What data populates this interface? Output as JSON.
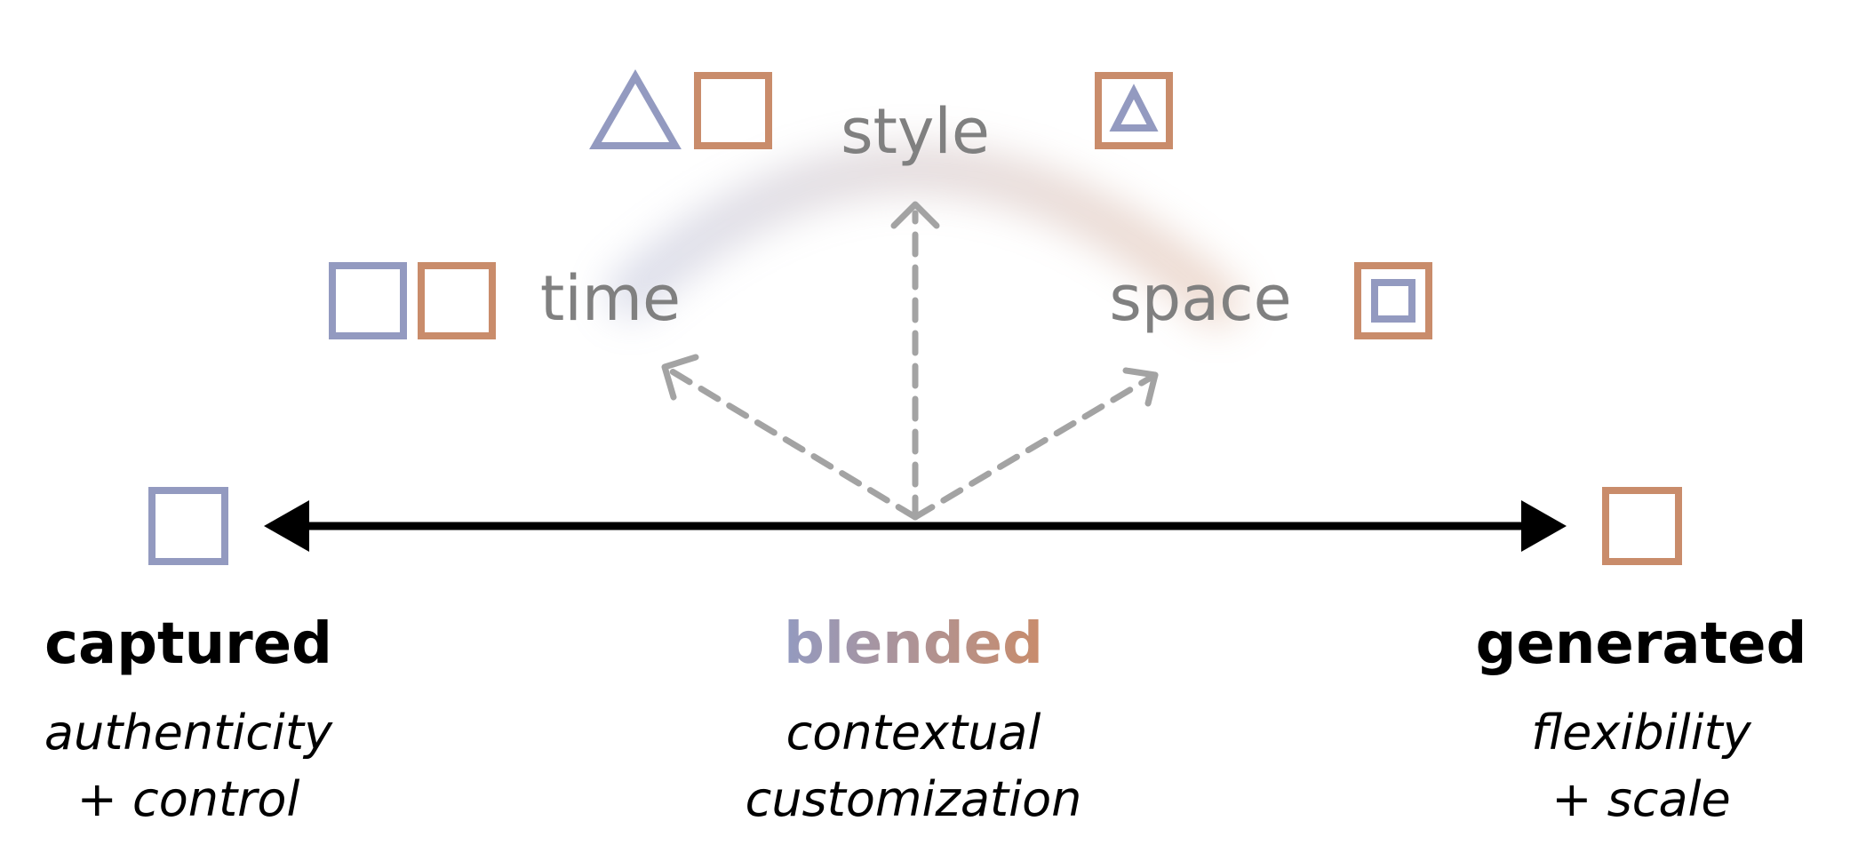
{
  "colors": {
    "captured": "#939ac0",
    "generated": "#c98c6b",
    "axis": "#000000",
    "dimension_text": "#808080",
    "arrow_dashed": "#a3a3a3"
  },
  "axis": {
    "left_label": "captured",
    "left_sub_1": "authenticity",
    "left_sub_2": "+ control",
    "center_label": "blended",
    "center_sub_1": "contextual",
    "center_sub_2": "customization",
    "right_label": "generated",
    "right_sub_1": "flexibility",
    "right_sub_2": "+ scale"
  },
  "dimensions": {
    "time": "time",
    "style": "style",
    "space": "space"
  },
  "icons": {
    "left_end": "captured-square-icon",
    "right_end": "generated-square-icon",
    "time": [
      "captured-square-icon",
      "generated-square-icon"
    ],
    "style": [
      "captured-triangle-icon",
      "generated-square-icon",
      "triangle-in-square-icon"
    ],
    "space": [
      "square-in-square-icon"
    ]
  }
}
